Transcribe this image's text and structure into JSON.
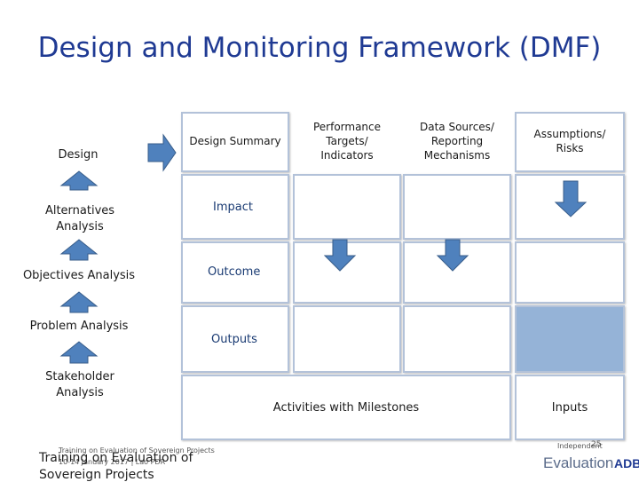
{
  "title": "Design and Monitoring Framework (DMF)",
  "left_flow": {
    "design": "Design",
    "alternatives": "Alternatives\nAnalysis",
    "objectives": "Objectives Analysis",
    "problem": "Problem Analysis",
    "stakeholder": "Stakeholder\nAnalysis"
  },
  "columns": {
    "summary": "Design Summary",
    "targets": "Performance\nTargets/\nIndicators",
    "sources": "Data Sources/\nReporting\nMechanisms",
    "risks": "Assumptions/\nRisks"
  },
  "rows": {
    "impact": "Impact",
    "outcome": "Outcome",
    "outputs": "Outputs",
    "activities": "Activities with Milestones",
    "inputs": "Inputs"
  },
  "footer": {
    "small_line1": "Training on Evaluation of Sovereign Projects",
    "small_line2": "10-14 January 2017 | Lao PDR",
    "big_line1": "Training on Evaluation of",
    "big_line2": "Sovereign Projects",
    "independent": "Independent",
    "evaluation": "Evaluation",
    "adb": "ADB",
    "page": "25"
  },
  "colors": {
    "accent": "#1f3a93",
    "arrow": "#4f81bd",
    "highlight": "#95b3d7"
  }
}
